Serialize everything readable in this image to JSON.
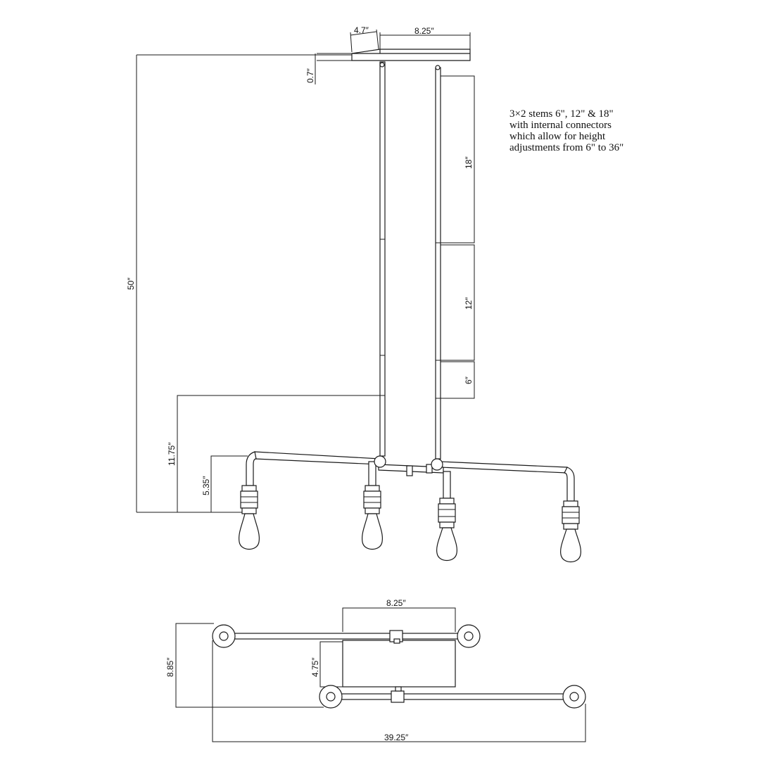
{
  "dimensions": {
    "canopy_depth": "4.7″",
    "canopy_width": "8.25″",
    "canopy_height": "0.7″",
    "overall_height": "50″",
    "stem_18": "18″",
    "stem_12": "12″",
    "stem_6": "6″",
    "body_height": "11.75″",
    "arm_drop": "5.35″",
    "plan_canopy_width": "8.25″",
    "plan_canopy_depth": "4.75″",
    "plan_depth": "8.85″",
    "plan_length": "39.25″"
  },
  "note": {
    "lines": [
      "3×2 stems 6\", 12\" & 18\"",
      "with internal connectors",
      "which allow for height",
      "adjustments from 6\" to 36\""
    ]
  }
}
